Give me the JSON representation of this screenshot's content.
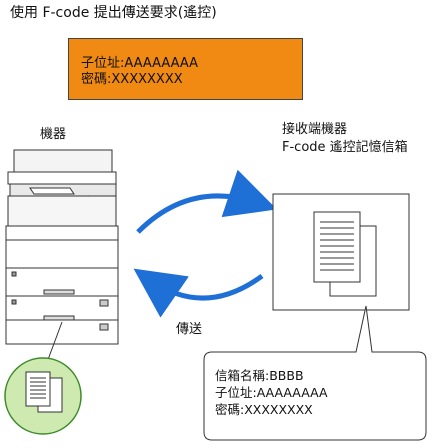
{
  "title": "使用 F-code 提出傳送要求(遙控)",
  "request_box": {
    "sub_address": "子位址:AAAAAAAA",
    "password": "密碼:XXXXXXXX"
  },
  "device_label": "機器",
  "receiver_label": {
    "line1": "接收端機器",
    "line2": "F-code 遙控記憶信箱"
  },
  "transmission_label": "傳送",
  "mailbox_info": {
    "box_name": "信箱名稱:BBBB",
    "sub_address": "子位址:AAAAAAAA",
    "password": "密碼:XXXXXXXX"
  },
  "colors": {
    "request_box_fill": "#f08a12",
    "arrow_blue": "#1e6fd6",
    "document_circle_fill": "#cfeab0",
    "document_circle_stroke": "#3d8a2a"
  }
}
